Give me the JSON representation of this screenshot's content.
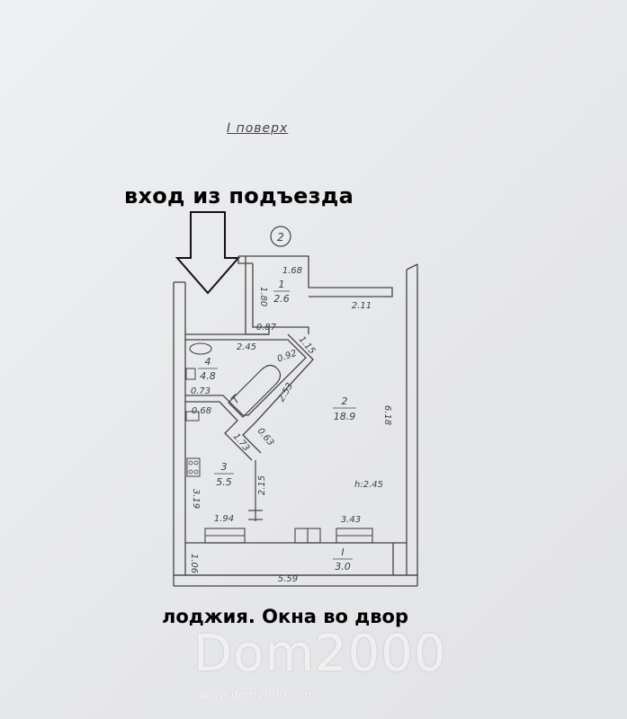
{
  "floor_label": "I поверх",
  "entrance_caption": "вход из подъезда",
  "loggia_caption": "лоджия. Окна во двор",
  "apartment_number": "2",
  "rooms": [
    {
      "number": "1",
      "area": "2.6"
    },
    {
      "number": "2",
      "area": "18.9"
    },
    {
      "number": "3",
      "area": "5.5"
    },
    {
      "number": "4",
      "area": "4.8"
    },
    {
      "number": "I",
      "area": "3.0"
    }
  ],
  "dimensions": {
    "d1_80": "1.80",
    "d1_68": "1.68",
    "d2_11": "2.11",
    "d0_87": "0.87",
    "d2_45": "2.45",
    "d1_15": "1.15",
    "d0_92": "0.92",
    "d2_53": "2.53",
    "d0_73": "0.73",
    "d0_68": "0.68",
    "d0_63": "0.63",
    "d1_73": "1.73",
    "d6_18": "6.18",
    "height": "h:2.45",
    "d2_15": "2.15",
    "d3_19": "3.19",
    "d1_94": "1.94",
    "d3_43": "3.43",
    "d1_06": "1.06",
    "d5_59": "5.59"
  },
  "watermark": {
    "logo": "Dom2000",
    "url": "www.dom2000.com"
  }
}
